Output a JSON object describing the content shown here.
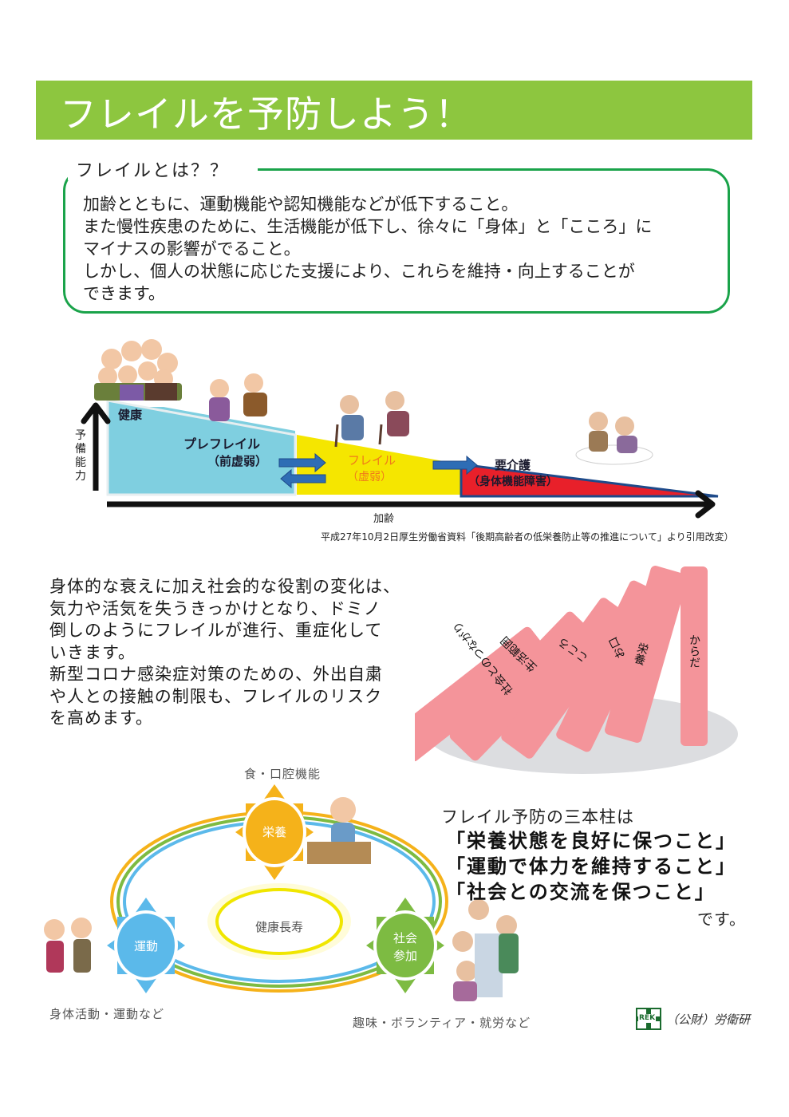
{
  "header": {
    "title": "フレイルを予防しよう！",
    "bar_color": "#8dc63f"
  },
  "definition": {
    "heading": "フレイルとは？？",
    "border_color": "#1aa34a",
    "lines": [
      "加齢とともに、運動機能や認知機能などが低下すること。",
      "また慢性疾患のために、生活機能が低下し、徐々に「身体」と「こころ」に",
      "マイナスの影響がでること。",
      "しかし、個人の状態に応じた支援により、これらを維持・向上することが",
      "できます。"
    ]
  },
  "frailty_chart": {
    "y_axis_label": "予備能力",
    "x_axis_label": "加齢",
    "stages": [
      {
        "label": "健康",
        "sub": "",
        "color": "#7fcfe0",
        "text_color": "#1a1a2e"
      },
      {
        "label": "プレフレイル",
        "sub": "（前虚弱）",
        "color": "#7fcfe0",
        "text_color": "#1a1a2e"
      },
      {
        "label": "フレイル",
        "sub": "（虚弱）",
        "color": "#f5e600",
        "text_color": "#f07a1a"
      },
      {
        "label": "要介護",
        "sub": "（身体機能障害）",
        "color": "#e8202a",
        "text_color": "#1a1a2e"
      }
    ],
    "source": "平成27年10月2日厚生労働省資料「後期高齢者の低栄養防止等の推進について」より引用改変）"
  },
  "domino": {
    "text_lines": [
      "身体的な衰えに加え社会的な役割の変化は、",
      "気力や活気を失うきっかけとなり、ドミノ",
      "倒しのようにフレイルが進行、重症化して",
      "いきます。",
      "新型コロナ感染症対策のための、外出自粛",
      "や人との接触の制限も、フレイルのリスク",
      "を高めます。"
    ],
    "pieces": [
      "社会とのつながり",
      "生活範囲",
      "こころ",
      "お口",
      "栄養",
      "からだ"
    ],
    "piece_color": "#f4949a",
    "shadow_color": "#dcdde0"
  },
  "pillars_diagram": {
    "center": "健康長寿",
    "nodes": [
      {
        "label": "栄養",
        "caption": "食・口腔機能",
        "color": "#f5b21a"
      },
      {
        "label": "運動",
        "caption": "身体活動・運動など",
        "color": "#5bb9ea"
      },
      {
        "label": "社会\n参加",
        "label_l1": "社会",
        "label_l2": "参加",
        "caption": "趣味・ボランティア・就労など",
        "color": "#7dbb42"
      }
    ]
  },
  "pillars": {
    "intro": "フレイル予防の三本柱は",
    "items": [
      "「栄養状態を良好に保つこと」",
      "「運動で体力を維持すること」",
      "「社会との交流を保つこと」"
    ],
    "ending": "です。"
  },
  "logo": {
    "mark": "REK",
    "text": "（公財）労衛研"
  }
}
